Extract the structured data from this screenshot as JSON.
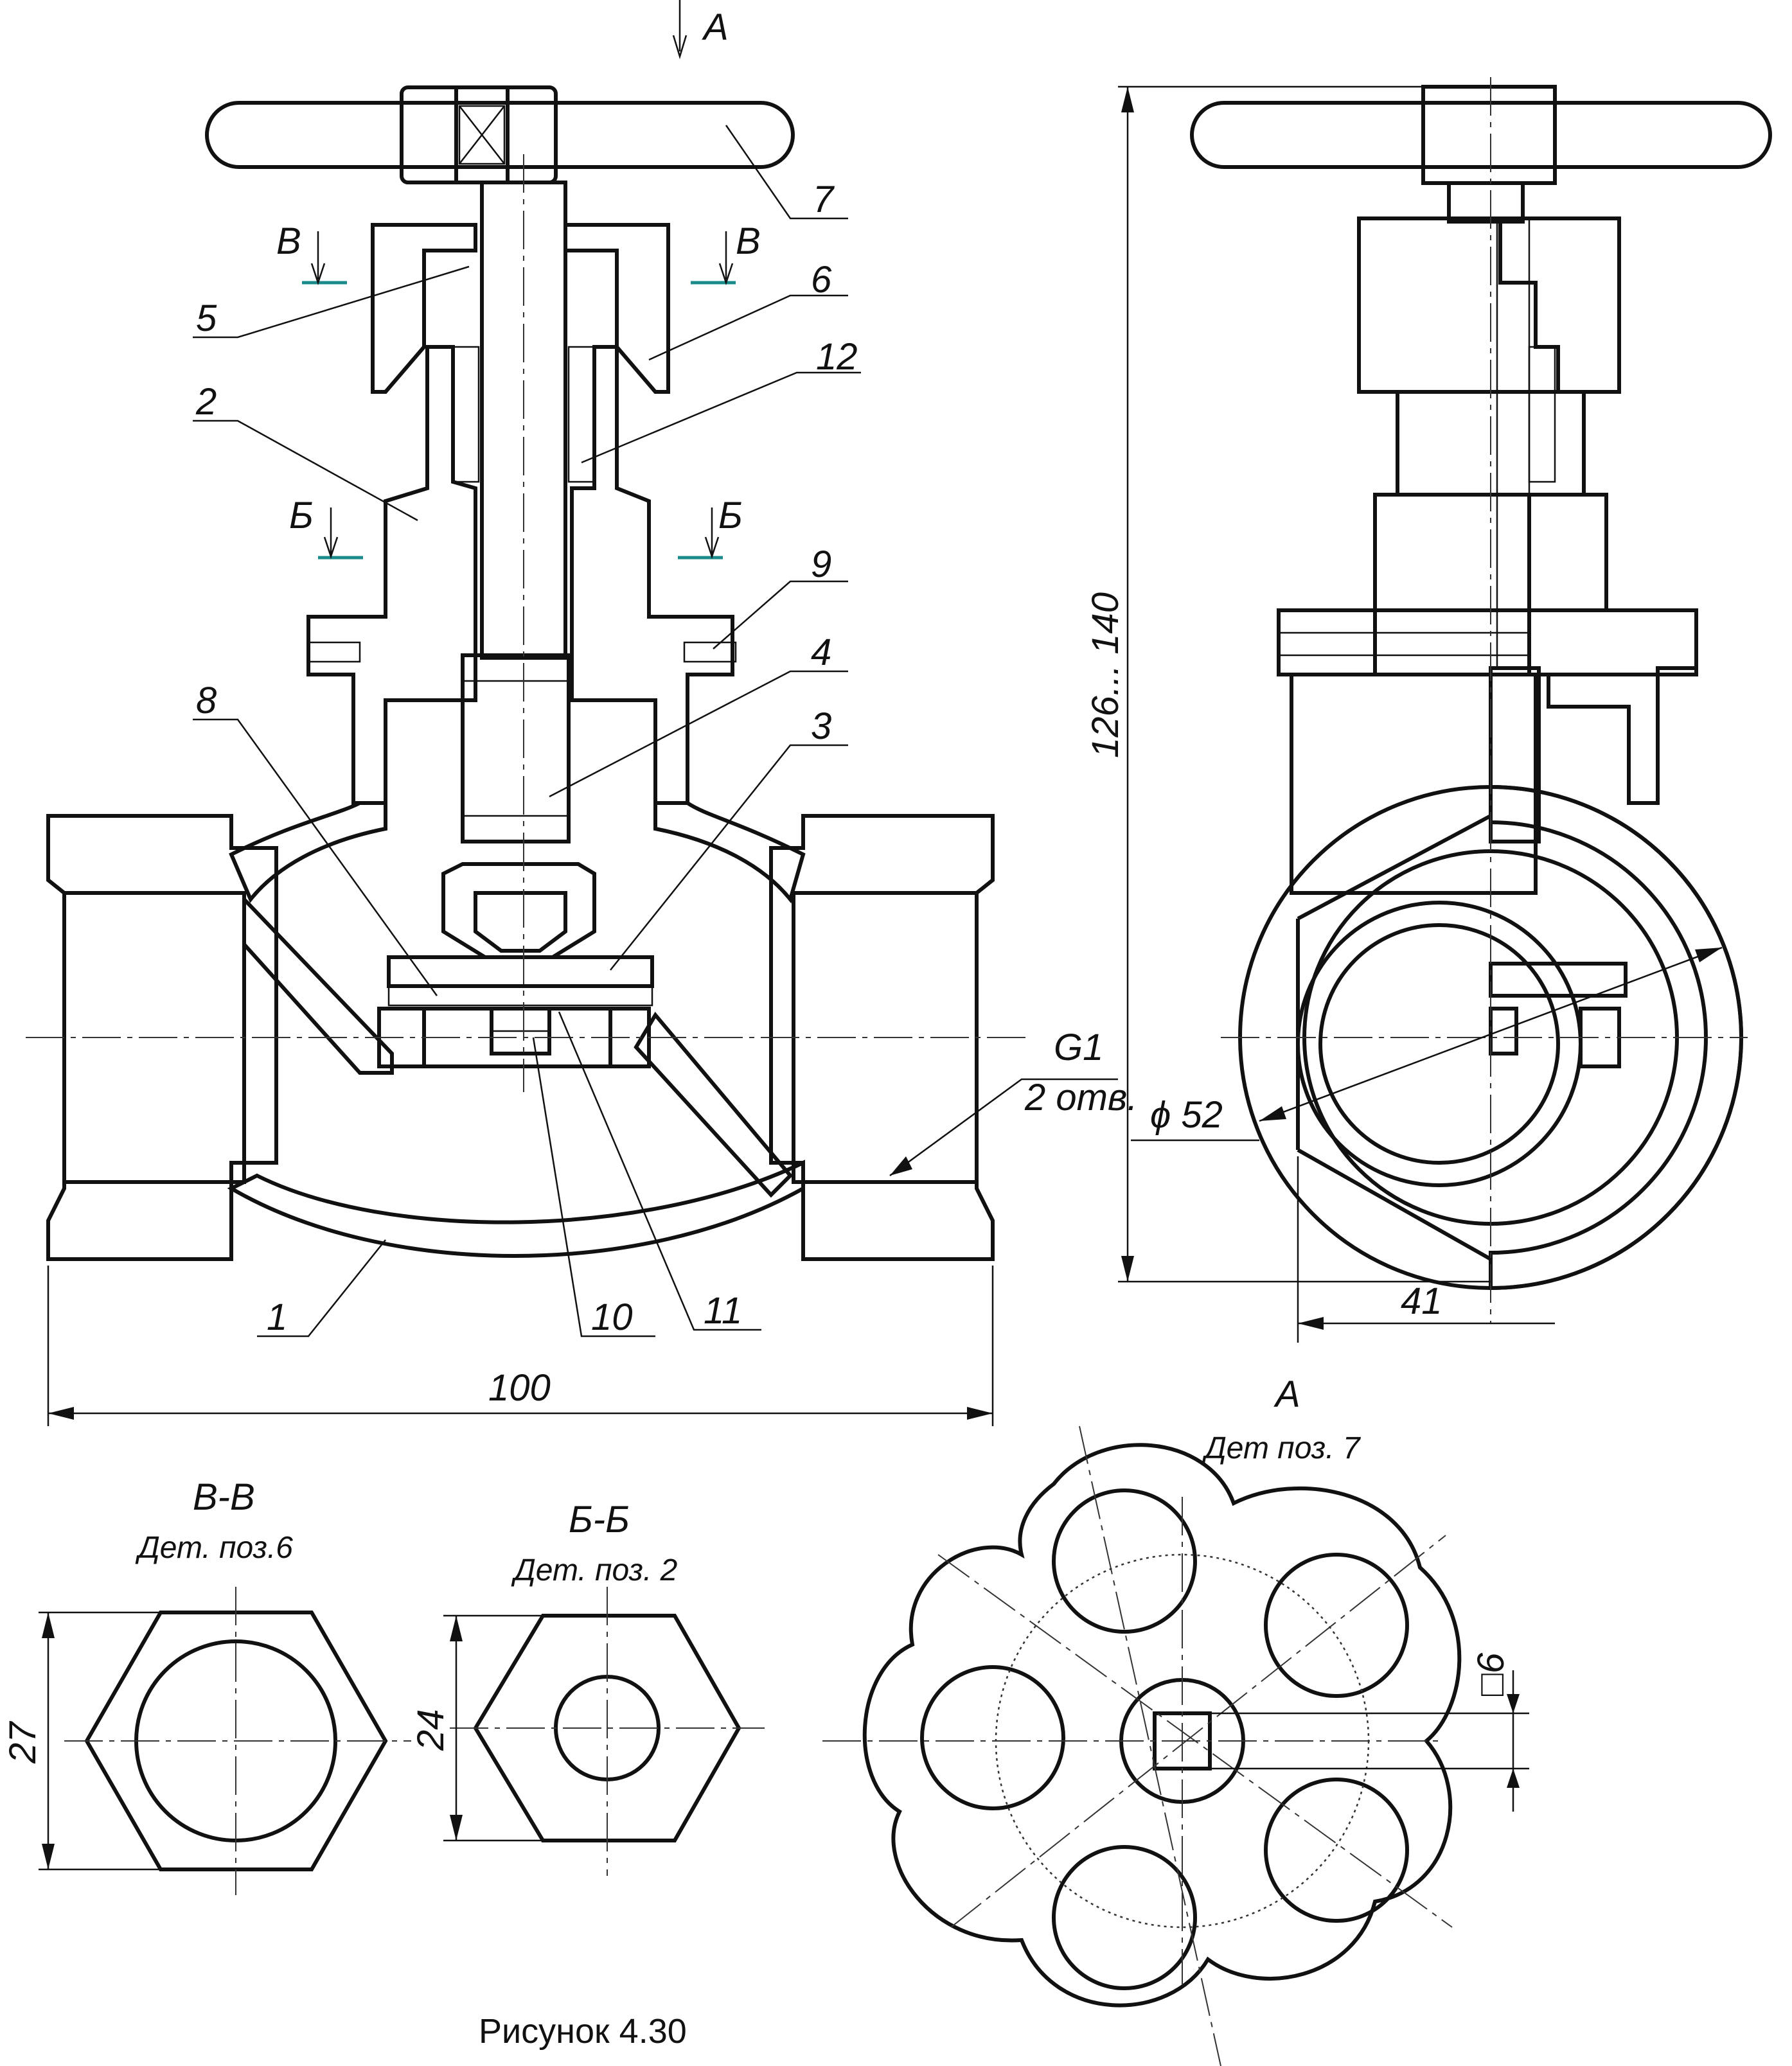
{
  "colors": {
    "ink": "#111111",
    "section_marker": "#1a8a8a",
    "background": "#ffffff"
  },
  "views": {
    "front": {
      "view_arrow": "A",
      "section_marks": {
        "upper": "В",
        "lower": "Б"
      },
      "parts": [
        "1",
        "2",
        "3",
        "4",
        "5",
        "6",
        "7",
        "8",
        "9",
        "10",
        "11",
        "12"
      ],
      "thread": "G1",
      "thread_note": "2 отв.",
      "width_dim": "100"
    },
    "side": {
      "height_dim": "126... 140",
      "diameter_dim": "ϕ 52",
      "offset_dim": "41"
    },
    "section_vv": {
      "title": "В-В",
      "subtitle": "Дет. поз.6",
      "dim": "27"
    },
    "section_bb": {
      "title": "Б-Б",
      "subtitle": "Дет. поз. 2",
      "dim": "24"
    },
    "view_a": {
      "title": "А",
      "subtitle": "Дет поз. 7",
      "dim": "□6"
    }
  },
  "caption": "Рисунок 4.30"
}
